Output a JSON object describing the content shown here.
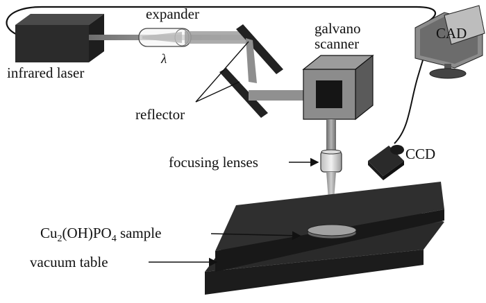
{
  "labels": {
    "infrared_laser": "infrared laser",
    "expander": "expander",
    "lambda": "λ",
    "reflector": "reflector",
    "galvano_line1": "galvano",
    "galvano_line2": "scanner",
    "cad": "CAD",
    "ccd": "CCD",
    "focusing_lenses": "focusing lenses",
    "sample_prefix": "Cu",
    "sample_sub1": "2",
    "sample_mid": "(OH)PO",
    "sample_sub2": "4",
    "sample_suffix": " sample",
    "vacuum_table": "vacuum table"
  },
  "colors": {
    "device_dark": "#2b2b2b",
    "device_mid": "#4a4a4a",
    "beam": "#8c8c8c",
    "line": "#111111"
  }
}
